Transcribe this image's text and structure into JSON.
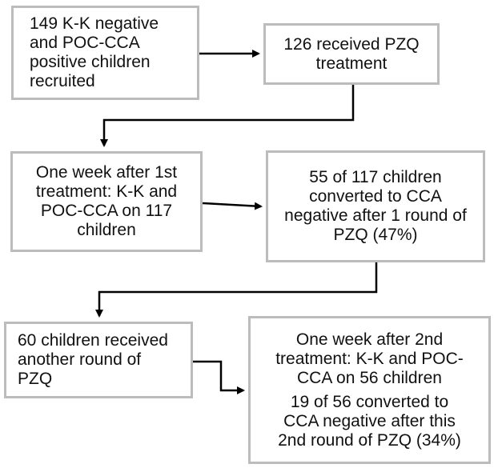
{
  "boxes": {
    "recruited": {
      "lines": [
        "149 K-K negative",
        "and POC-CCA",
        "positive children",
        "recruited"
      ]
    },
    "treatment1": {
      "lines": [
        "126 received PZQ",
        "treatment"
      ]
    },
    "followup1": {
      "lines": [
        "One week after 1st",
        "treatment: K-K and",
        "POC-CCA on 117",
        "children"
      ]
    },
    "conversion1": {
      "lines": [
        "55 of 117 children",
        "converted to CCA",
        "negative after 1 round of",
        "PZQ (47%)"
      ]
    },
    "treatment2": {
      "lines": [
        "60 children received",
        "another round of",
        "PZQ"
      ]
    },
    "followup2": {
      "lines": [
        "One week after 2nd",
        "treatment: K-K and POC-",
        "CCA on 56 children"
      ],
      "conversion_lines": [
        "19 of 56 converted to",
        "CCA negative after this",
        "2nd round of PZQ (34%)"
      ]
    }
  },
  "colors": {
    "box_border": "#bcbcbc",
    "arrow": "#000000",
    "text": "#111111"
  }
}
